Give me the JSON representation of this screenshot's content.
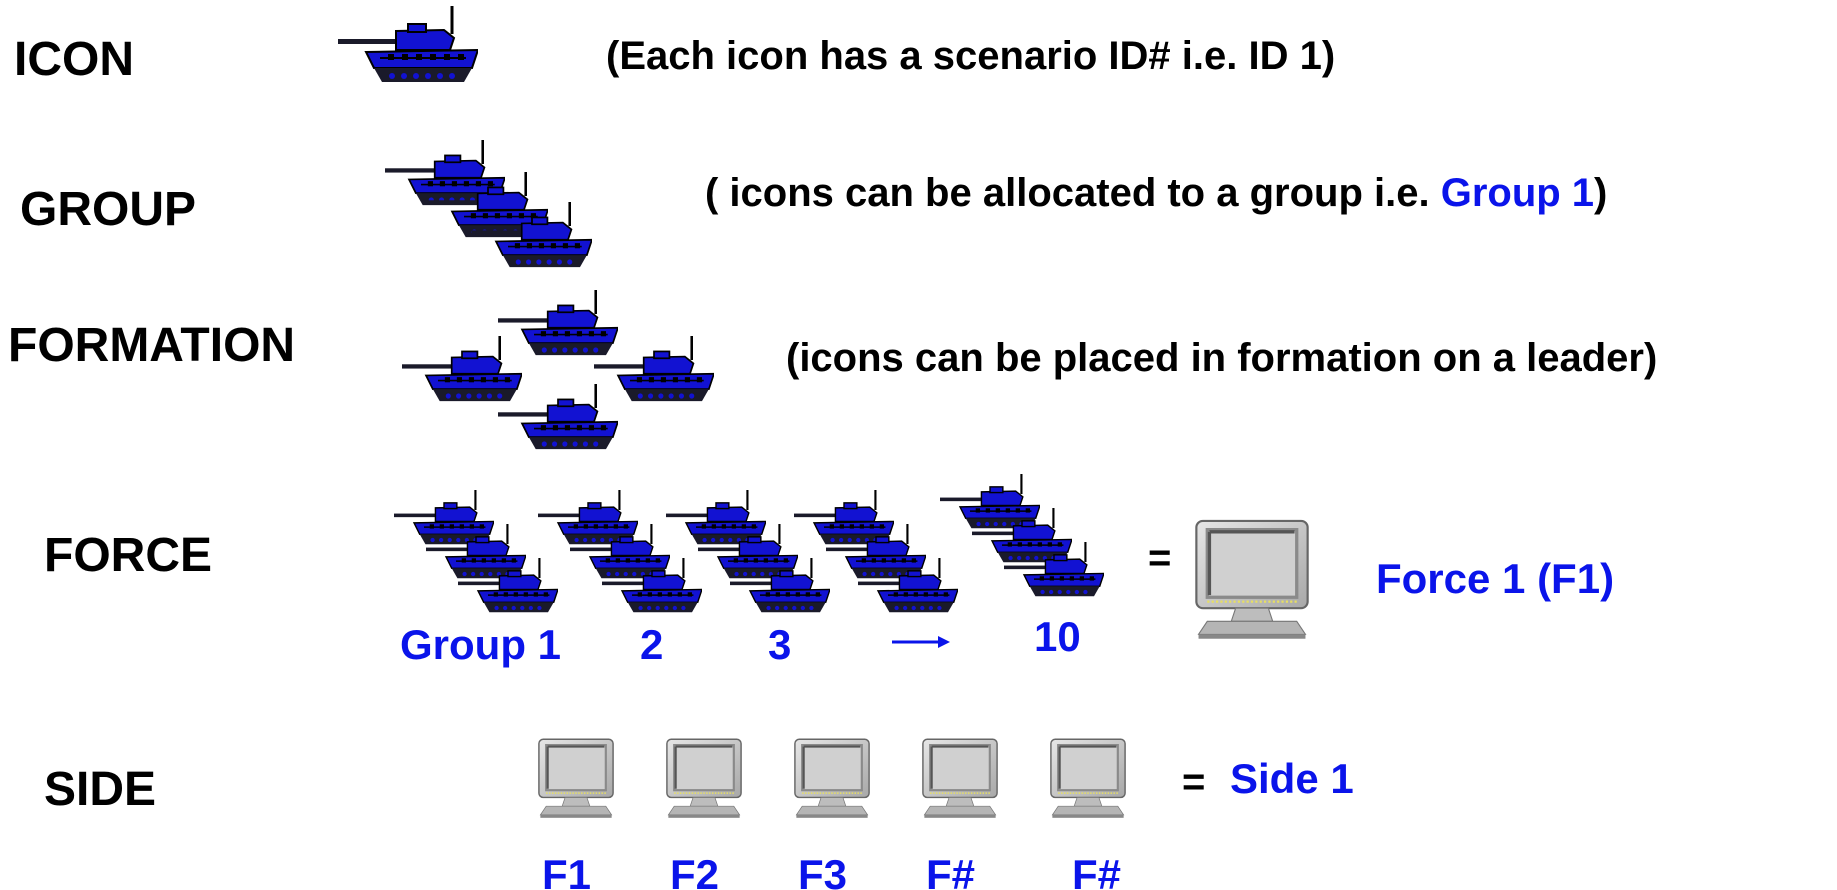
{
  "colors": {
    "tank_blue": "#1212d2",
    "label_blue": "#0a14ea",
    "text": "#000000",
    "monitor_gray": "#c8c8c8"
  },
  "rows": {
    "icon": {
      "label": "ICON",
      "description": "(Each icon has a scenario ID#  i.e. ID 1)"
    },
    "group": {
      "label": "GROUP",
      "description_prefix": "( icons can be allocated to a group i.e. ",
      "description_highlight": "Group 1",
      "description_suffix": ")"
    },
    "formation": {
      "label": "FORMATION",
      "description": "(icons can be placed in formation on a leader)"
    },
    "force": {
      "label": "FORCE",
      "group_labels": [
        "Group 1",
        "2",
        "3",
        "10"
      ],
      "equals": "=",
      "result": "Force 1 (F1)"
    },
    "side": {
      "label": "SIDE",
      "force_labels": [
        "F1",
        "F2",
        "F3",
        "F#",
        "F#"
      ],
      "equals": "=",
      "result": "Side 1"
    }
  },
  "icons": {
    "tank": "tank-icon",
    "monitor": "computer-monitor-icon",
    "arrow": "right-arrow-icon"
  }
}
